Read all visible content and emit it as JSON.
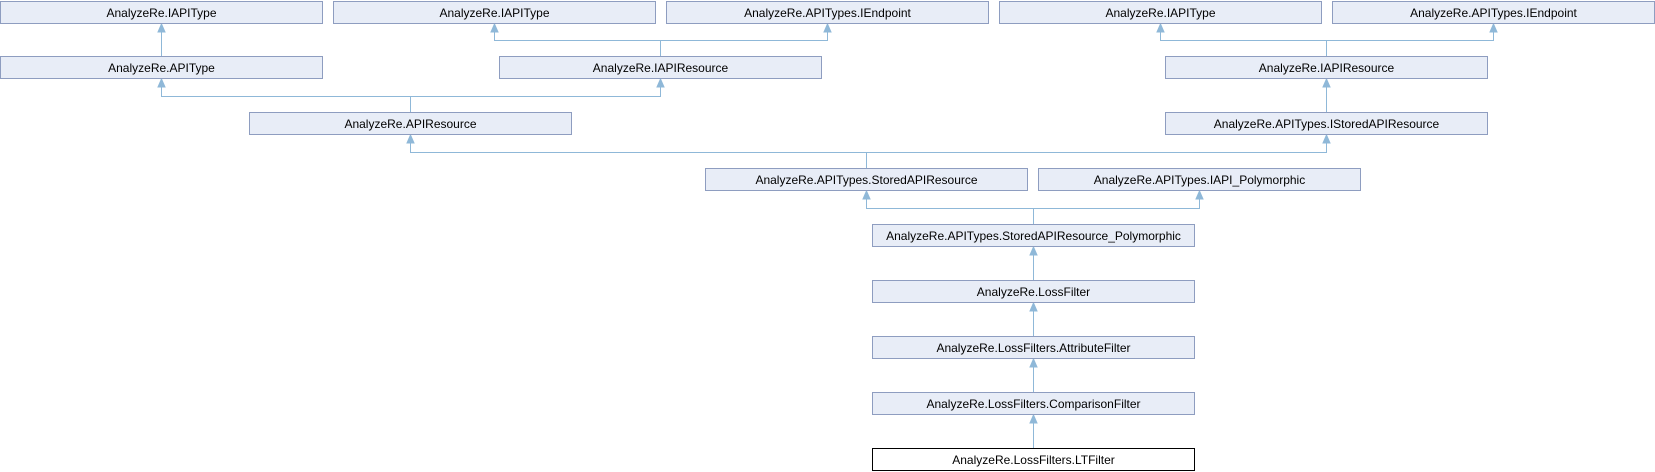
{
  "nodes": [
    {
      "id": "n_iapitype_a",
      "label": "AnalyzeRe.IAPIType"
    },
    {
      "id": "n_iapitype_b",
      "label": "AnalyzeRe.IAPIType"
    },
    {
      "id": "n_iendpoint_a",
      "label": "AnalyzeRe.APITypes.IEndpoint"
    },
    {
      "id": "n_iapitype_c",
      "label": "AnalyzeRe.IAPIType"
    },
    {
      "id": "n_iendpoint_b",
      "label": "AnalyzeRe.APITypes.IEndpoint"
    },
    {
      "id": "n_apitype",
      "label": "AnalyzeRe.APIType"
    },
    {
      "id": "n_iapiresource_a",
      "label": "AnalyzeRe.IAPIResource"
    },
    {
      "id": "n_iapiresource_b",
      "label": "AnalyzeRe.IAPIResource"
    },
    {
      "id": "n_apiresource",
      "label": "AnalyzeRe.APIResource"
    },
    {
      "id": "n_istored",
      "label": "AnalyzeRe.APITypes.IStoredAPIResource"
    },
    {
      "id": "n_stored",
      "label": "AnalyzeRe.APITypes.StoredAPIResource"
    },
    {
      "id": "n_ipoly",
      "label": "AnalyzeRe.APITypes.IAPI_Polymorphic"
    },
    {
      "id": "n_storedpoly",
      "label": "AnalyzeRe.APITypes.StoredAPIResource_Polymorphic"
    },
    {
      "id": "n_lossfilter",
      "label": "AnalyzeRe.LossFilter"
    },
    {
      "id": "n_attribute",
      "label": "AnalyzeRe.LossFilters.AttributeFilter"
    },
    {
      "id": "n_comparison",
      "label": "AnalyzeRe.LossFilters.ComparisonFilter"
    },
    {
      "id": "n_ltfilter",
      "label": "AnalyzeRe.LossFilters.LTFilter",
      "current": true
    }
  ],
  "edges": [
    {
      "from": "n_apitype",
      "to": "n_iapitype_a"
    },
    {
      "from": "n_iapiresource_a",
      "to": "n_iapitype_b"
    },
    {
      "from": "n_iapiresource_a",
      "to": "n_iendpoint_a"
    },
    {
      "from": "n_iapiresource_b",
      "to": "n_iapitype_c"
    },
    {
      "from": "n_iapiresource_b",
      "to": "n_iendpoint_b"
    },
    {
      "from": "n_apiresource",
      "to": "n_apitype"
    },
    {
      "from": "n_apiresource",
      "to": "n_iapiresource_a"
    },
    {
      "from": "n_istored",
      "to": "n_iapiresource_b"
    },
    {
      "from": "n_stored",
      "to": "n_apiresource"
    },
    {
      "from": "n_stored",
      "to": "n_istored"
    },
    {
      "from": "n_storedpoly",
      "to": "n_stored"
    },
    {
      "from": "n_storedpoly",
      "to": "n_ipoly"
    },
    {
      "from": "n_lossfilter",
      "to": "n_storedpoly"
    },
    {
      "from": "n_attribute",
      "to": "n_lossfilter"
    },
    {
      "from": "n_comparison",
      "to": "n_attribute"
    },
    {
      "from": "n_ltfilter",
      "to": "n_comparison"
    }
  ]
}
